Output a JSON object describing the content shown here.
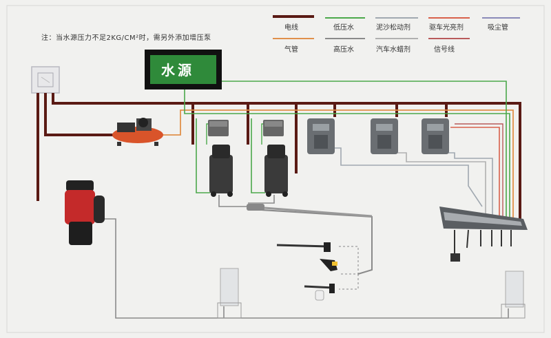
{
  "note": "注：当水源压力不足2KG/CM²时，需另外添加增压泵",
  "water_source_label": "水源",
  "legend": [
    {
      "label": "电线",
      "color": "#5a1a14"
    },
    {
      "label": "低压水",
      "color": "#4aa84a"
    },
    {
      "label": "泥沙松动剂",
      "color": "#a0a8b0"
    },
    {
      "label": "驱车光亮剂",
      "color": "#d8604a"
    },
    {
      "label": "吸尘管",
      "color": "#8a8ab8"
    },
    {
      "label": "气管",
      "color": "#e0904a"
    },
    {
      "label": "高压水",
      "color": "#8a8a8a"
    },
    {
      "label": "汽车水蜡剂",
      "color": "#b0b0b0"
    },
    {
      "label": "信号线",
      "color": "#b85a5a"
    }
  ],
  "colors": {
    "electric": "#5a1a14",
    "low_pressure_water": "#4aa84a",
    "air": "#e0904a",
    "high_pressure_water": "#8a8a8a",
    "source_border": "#111111",
    "source_fill": "#2f8a3a"
  },
  "icons": [
    "electrical-box-icon",
    "air-compressor-icon",
    "vacuum-cleaner-icon",
    "pressure-washer-icon",
    "chemical-dispenser-icon",
    "boom-arm-icon",
    "spray-gun-icon",
    "foam-lance-icon",
    "tire-stand-icon"
  ]
}
